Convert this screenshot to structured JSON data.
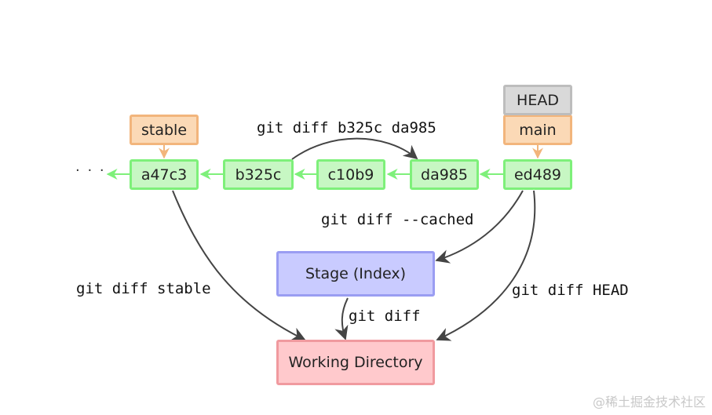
{
  "commits": {
    "a47c3": "a47c3",
    "b325c": "b325c",
    "c10b9": "c10b9",
    "da985": "da985",
    "ed489": "ed489"
  },
  "branches": {
    "stable": "stable",
    "main": "main",
    "head": "HEAD"
  },
  "areas": {
    "stage": "Stage (Index)",
    "working_directory": "Working Directory"
  },
  "commands": {
    "diff_commits": "git diff b325c da985",
    "diff_cached": "git diff --cached",
    "diff_stable": "git diff stable",
    "diff": "git diff",
    "diff_head": "git diff HEAD"
  },
  "ellipsis": "· · ·",
  "watermark": "@稀土掘金技术社区",
  "colors": {
    "commit_fill": "#c7f7c3",
    "commit_border": "#7ef07a",
    "branch_fill": "#fbd9b6",
    "branch_border": "#f2b57c",
    "head_fill": "#d9d9d9",
    "stage_fill": "#c9cbff",
    "workdir_fill": "#ffc9cc",
    "arrow": "#444444",
    "commit_arrow": "#7ef07a",
    "branch_arrow": "#f2b57c"
  }
}
